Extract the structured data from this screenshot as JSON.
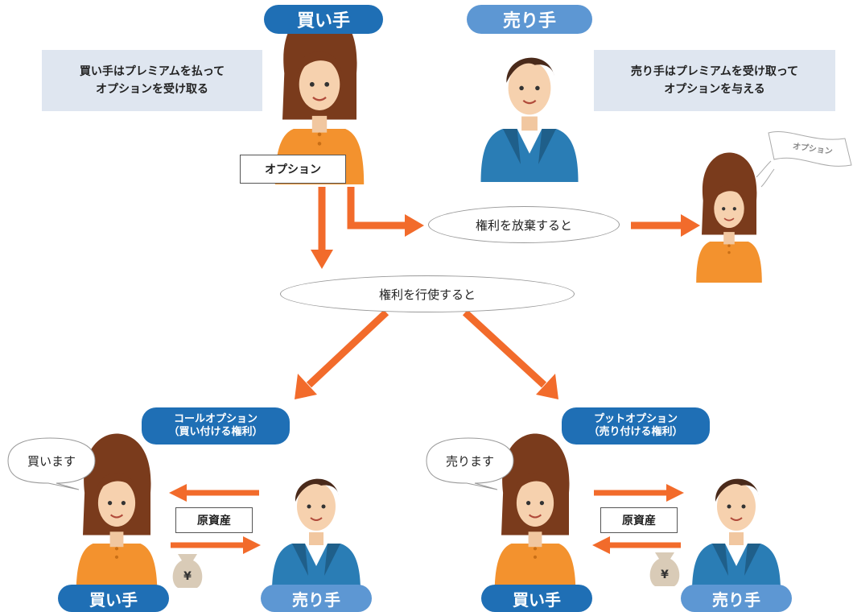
{
  "roles": {
    "buyer": "買い手",
    "seller": "売り手"
  },
  "notes": {
    "buyer": [
      "買い手はプレミアムを払って",
      "オプションを受け取る"
    ],
    "seller": [
      "売り手はプレミアムを受け取って",
      "オプションを与える"
    ]
  },
  "option_tag": "オプション",
  "flag_text": "オプション",
  "abandon_text": "権利を放棄すると",
  "exercise_text": "権利を行使すると",
  "call": {
    "title": [
      "コールオプション",
      "（買い付ける権利）"
    ],
    "speech": "買います",
    "asset": "原資産",
    "money_icon": "yen-bag-icon"
  },
  "put": {
    "title": [
      "プットオプション",
      "（売り付ける権利）"
    ],
    "speech": "売ります",
    "asset": "原資産",
    "money_icon": "yen-bag-icon"
  },
  "colors": {
    "buyer_blue": "#1f6fb5",
    "seller_blue": "#5d97d3",
    "arrow": "#f26b2b",
    "note_bg": "#dfe6f0",
    "buyer_shirt": "#f3922e",
    "seller_suit": "#2a7db5"
  }
}
